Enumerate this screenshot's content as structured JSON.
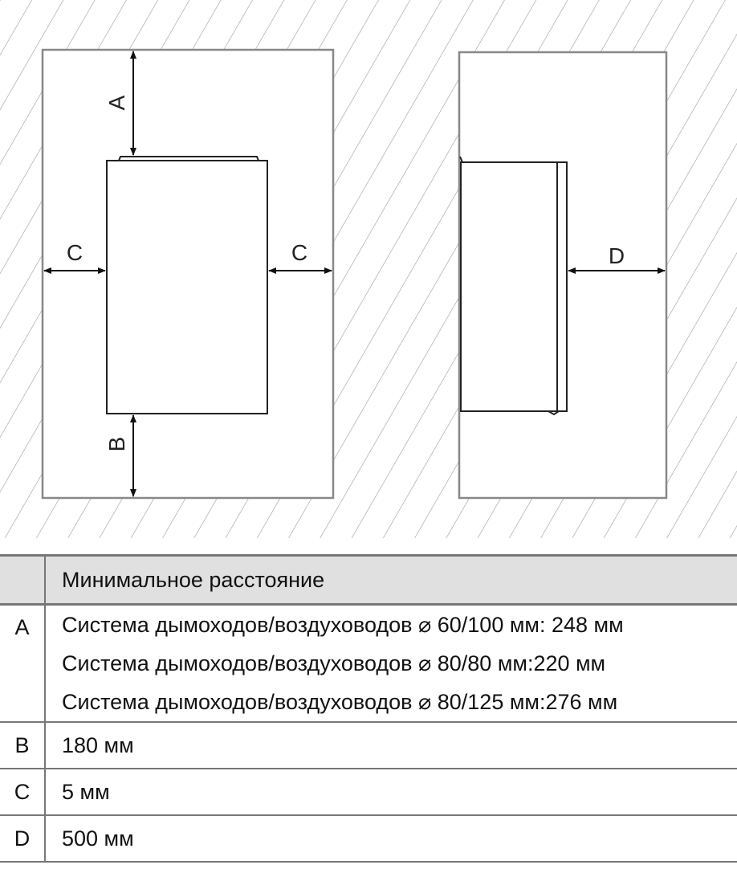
{
  "diagram": {
    "labels": {
      "a": "A",
      "b": "B",
      "c_left": "C",
      "c_right": "C",
      "d": "D"
    }
  },
  "table": {
    "header": "Минимальное расстояние",
    "rows": [
      {
        "key": "A",
        "values": [
          "Система дымоходов/воздуховодов ⌀ 60/100 мм: 248 мм",
          "Система дымоходов/воздуховодов ⌀ 80/80 мм:220 мм",
          "Система дымоходов/воздуховодов ⌀ 80/125 мм:276 мм"
        ]
      },
      {
        "key": "B",
        "values": [
          "180 мм"
        ]
      },
      {
        "key": "C",
        "values": [
          "5 мм"
        ]
      },
      {
        "key": "D",
        "values": [
          "500 мм"
        ]
      }
    ]
  }
}
